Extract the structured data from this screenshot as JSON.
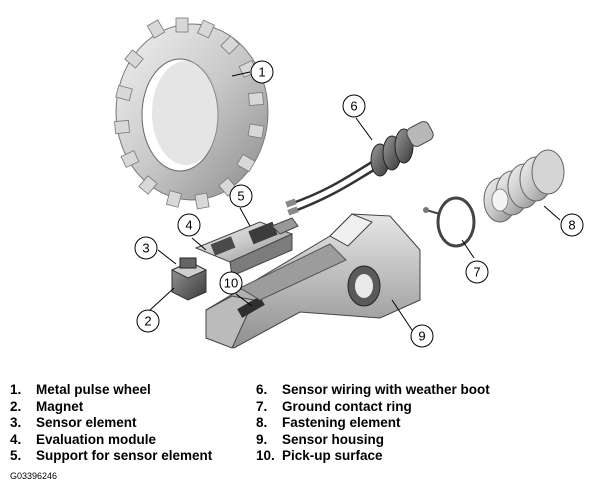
{
  "legend": {
    "left": [
      {
        "num": "1.",
        "label": "Metal pulse wheel"
      },
      {
        "num": "2.",
        "label": "Magnet"
      },
      {
        "num": "3.",
        "label": "Sensor element"
      },
      {
        "num": "4.",
        "label": "Evaluation module"
      },
      {
        "num": "5.",
        "label": "Support for sensor element"
      }
    ],
    "right": [
      {
        "num": "6.",
        "label": "Sensor wiring with weather boot"
      },
      {
        "num": "7.",
        "label": "Ground contact ring"
      },
      {
        "num": "8.",
        "label": "Fastening element"
      },
      {
        "num": "9.",
        "label": "Sensor housing"
      },
      {
        "num": "10.",
        "label": "Pick-up surface"
      }
    ]
  },
  "callouts": [
    "1",
    "2",
    "3",
    "4",
    "5",
    "6",
    "7",
    "8",
    "9",
    "10"
  ],
  "figure_code": "G03396246"
}
